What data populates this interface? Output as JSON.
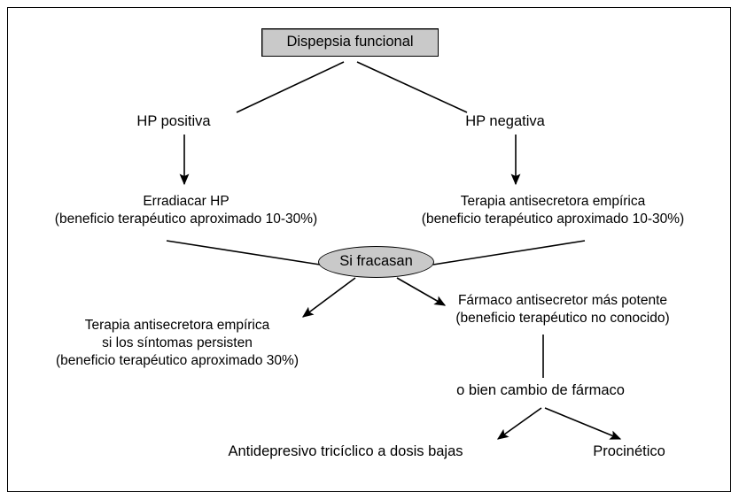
{
  "figure": {
    "kind": "clinical-algorithm-flowchart",
    "language": "es",
    "border_color": "#000000",
    "background_color": "#ffffff",
    "node_fill_color": "#c9c9c9"
  },
  "nodes": {
    "root": {
      "label": "Dispepsia funcional",
      "shape": "rectangle",
      "fill": "#c9c9c9"
    },
    "branch_positive": {
      "label": "HP positiva",
      "shape": "text"
    },
    "branch_negative": {
      "label": "HP negativa",
      "shape": "text"
    },
    "treat_positive": {
      "line1": "Erradiacar HP",
      "line2": "(beneficio terapéutico aproximado 10-30%)"
    },
    "treat_negative": {
      "line1": "Terapia antisecretora empírica",
      "line2": "(beneficio terapéutico aproximado 10-30%)"
    },
    "decision": {
      "label": "Si fracasan",
      "shape": "ellipse",
      "fill": "#c9c9c9"
    },
    "outcome_left": {
      "line1": "Terapia antisecretora empírica",
      "line2": "si los síntomas persisten",
      "line3": "(beneficio terapéutico aproximado 30%)"
    },
    "outcome_right": {
      "line1": "Fármaco antisecretor más potente",
      "line2": "(beneficio terapéutico no conocido)"
    },
    "switch_drug": {
      "label": "o bien cambio de fármaco",
      "shape": "text"
    },
    "leaf_left": {
      "label": "Antidepresivo tricíclico a dosis bajas",
      "shape": "text"
    },
    "leaf_right": {
      "label": "Procinético",
      "shape": "text"
    }
  },
  "edges": [
    {
      "from": "root",
      "to": "branch_positive",
      "arrowhead": false
    },
    {
      "from": "root",
      "to": "branch_negative",
      "arrowhead": false
    },
    {
      "from": "branch_positive",
      "to": "treat_positive",
      "arrowhead": true
    },
    {
      "from": "branch_negative",
      "to": "treat_negative",
      "arrowhead": true
    },
    {
      "from": "treat_positive",
      "to": "decision",
      "arrowhead": false
    },
    {
      "from": "treat_negative",
      "to": "decision",
      "arrowhead": false
    },
    {
      "from": "decision",
      "to": "outcome_left",
      "arrowhead": true
    },
    {
      "from": "decision",
      "to": "outcome_right",
      "arrowhead": true
    },
    {
      "from": "outcome_right",
      "to": "switch_drug",
      "arrowhead": false
    },
    {
      "from": "switch_drug",
      "to": "leaf_left",
      "arrowhead": true
    },
    {
      "from": "switch_drug",
      "to": "leaf_right",
      "arrowhead": true
    }
  ]
}
